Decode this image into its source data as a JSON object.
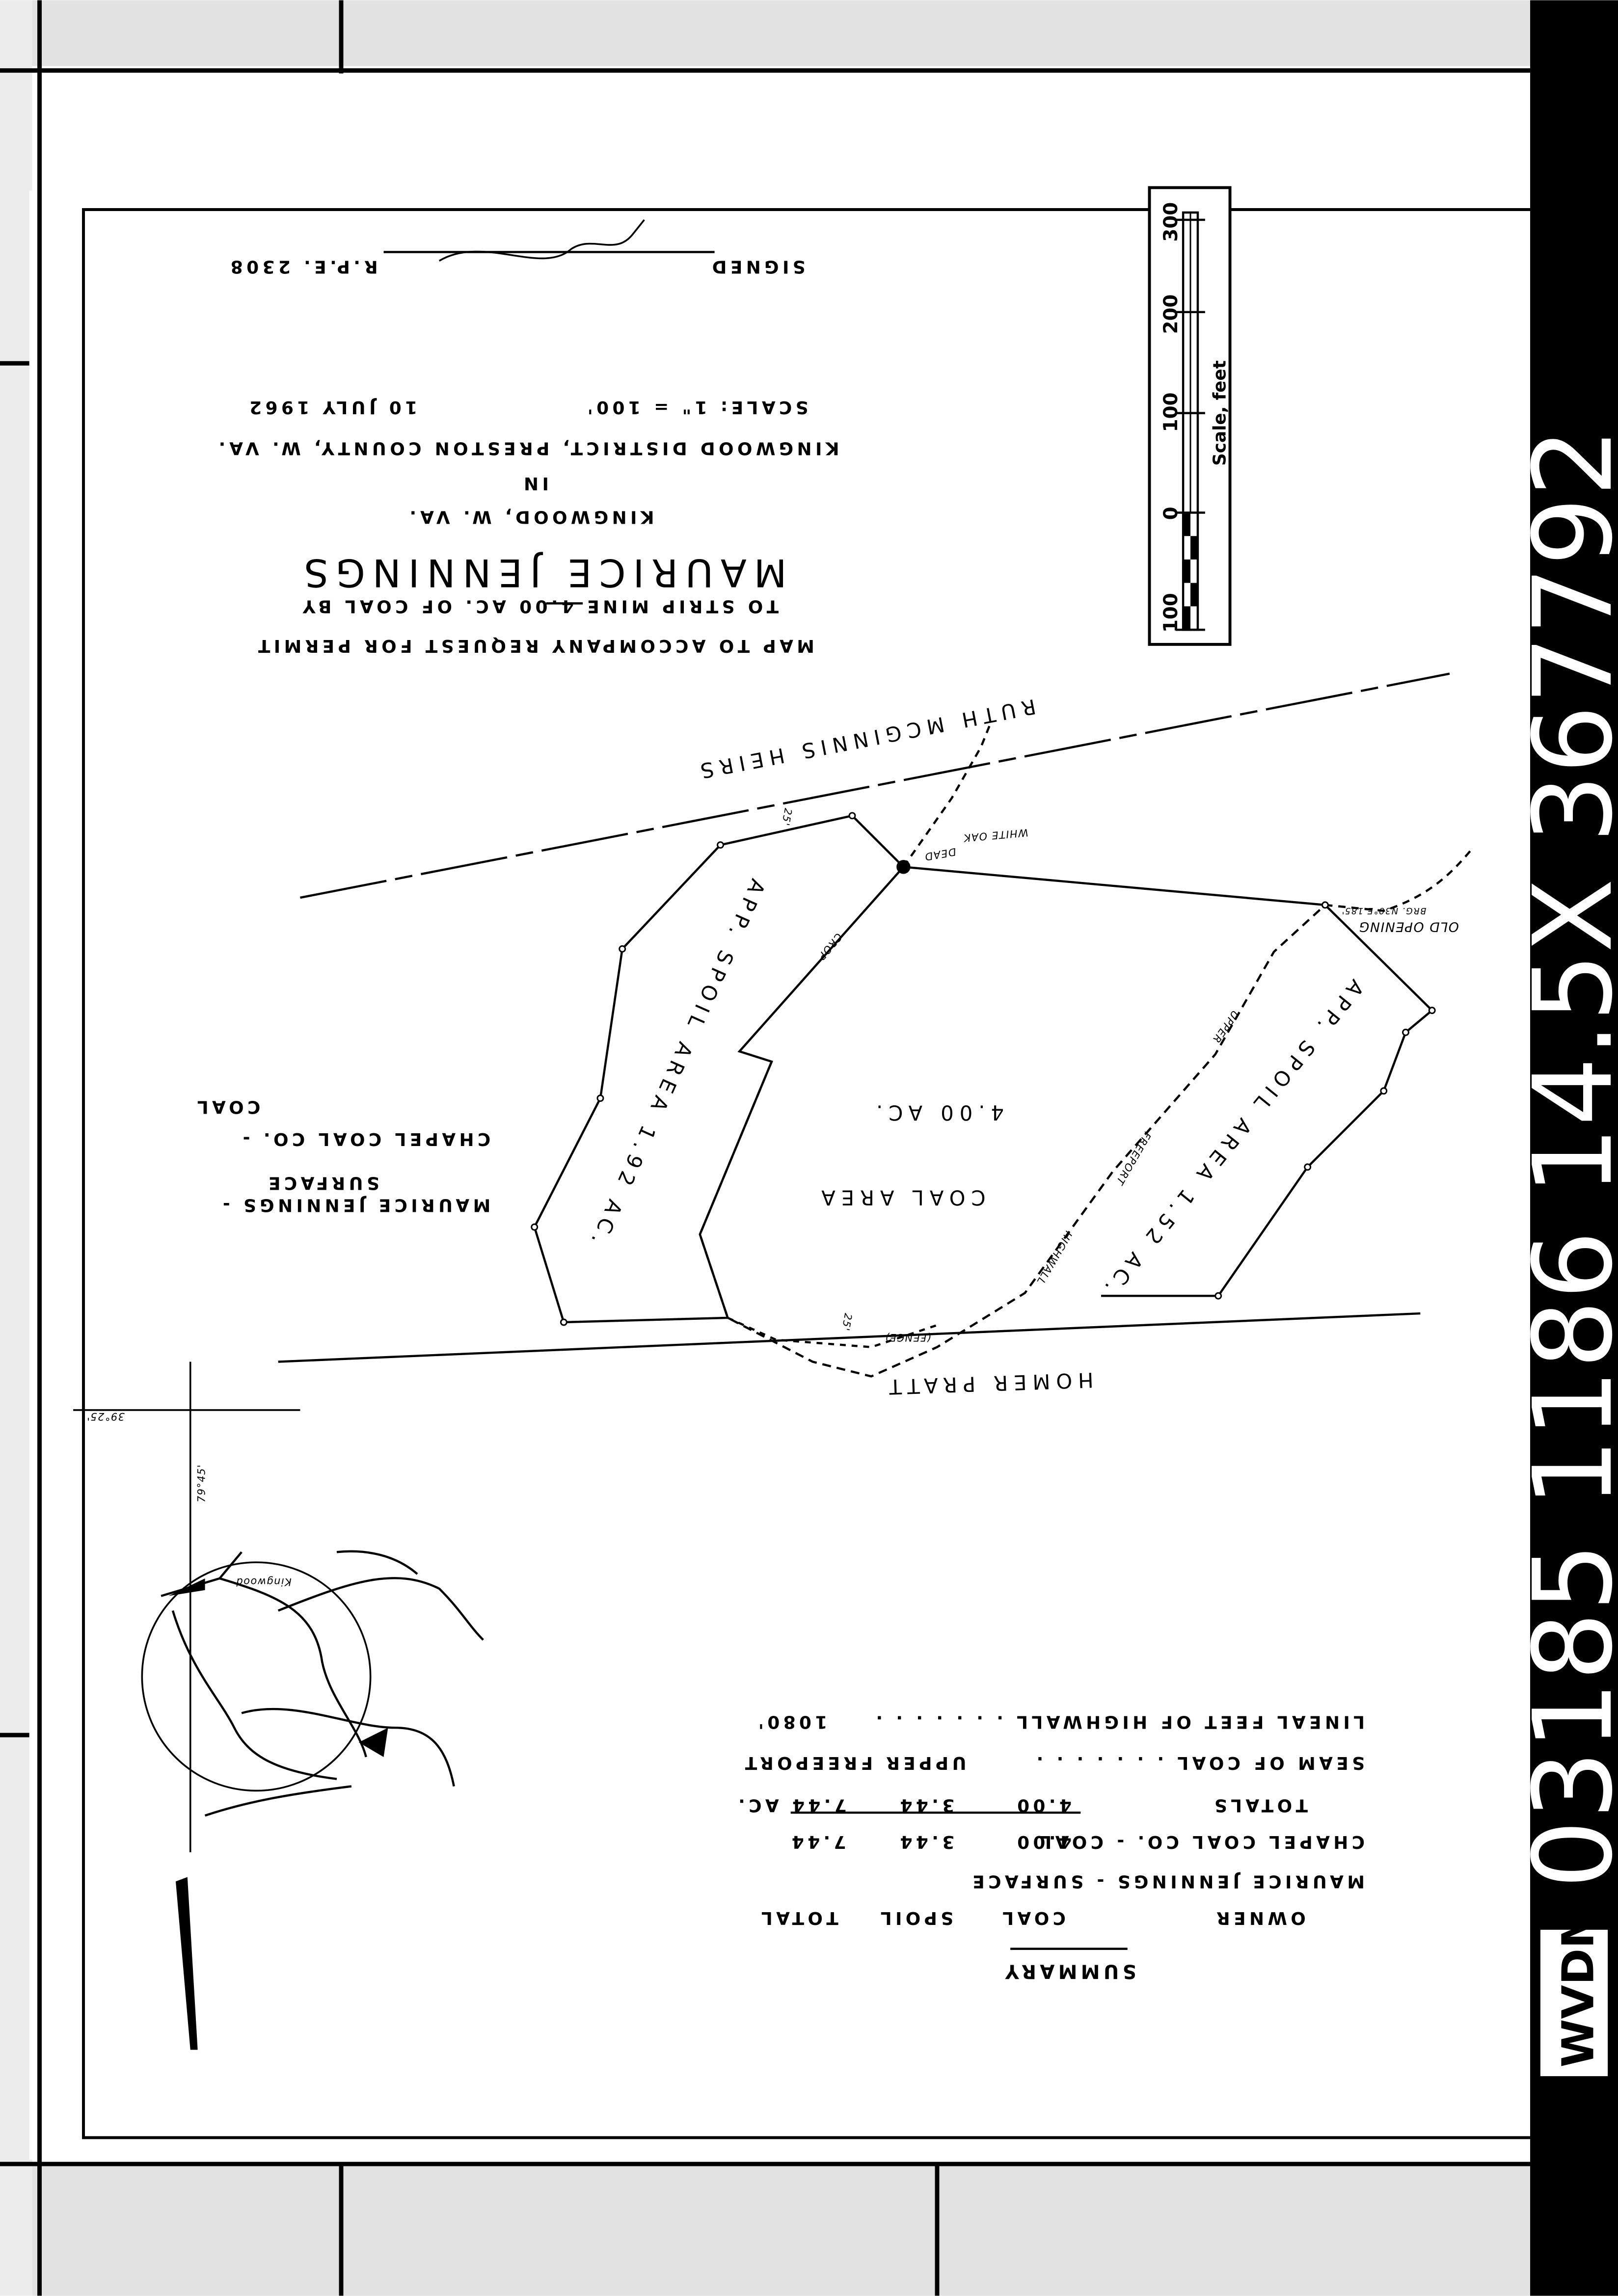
{
  "title_block": {
    "line1": "MAP TO ACCOMPANY REQUEST FOR PERMIT",
    "line2": "TO STRIP MINE 4.00 AC. OF COAL BY",
    "owner": "MAURICE JENNINGS",
    "town": "KINGWOOD, W. VA.",
    "in": "IN",
    "district": "KINGWOOD DISTRICT,   PRESTON COUNTY, W. VA.",
    "scale": "SCALE: 1\" = 100'",
    "date": "10 JULY 1962",
    "signed_label": "SIGNED",
    "rpe": "R.P.E. 2308"
  },
  "scale_bar": {
    "labels": [
      "300",
      "200",
      "100",
      "0",
      "100"
    ],
    "caption": "Scale, feet"
  },
  "map_labels": {
    "north_owner": "RUTH   MCGINNIS   HEIRS",
    "south_owner": "HOMER   PRATT",
    "left_spoil": "APP. SPOIL AREA  1.92  AC.",
    "right_spoil": "APP. SPOIL AREA 1.52 AC.",
    "coal_area": "COAL     AREA",
    "coal_acres": "4.00   AC.",
    "white_oak": "WHITE OAK",
    "dead": "DEAD",
    "crop": "CROP",
    "upper": "UPPER",
    "freeport": "FREEPORT",
    "highwall": "HIGHWALL",
    "fence": "(FENCE)",
    "offset_north": "25'",
    "offset_south": "25'",
    "old_opening": "OLD OPENING",
    "bearing": "BRG. N30°E 185'",
    "owner_lines": [
      "MAURICE JENNINGS  -",
      "SURFACE",
      "CHAPEL COAL CO.  -",
      "COAL"
    ]
  },
  "inset": {
    "lat": "39°25'",
    "lon": "79°45'",
    "town": "Kingwood"
  },
  "summary": {
    "title": "SUMMARY",
    "headers": [
      "OWNER",
      "COAL",
      "SPOIL",
      "TOTAL"
    ],
    "rows": [
      {
        "owner": "MAURICE JENNINGS - SURFACE"
      },
      {
        "owner": "CHAPEL COAL CO. - COAL",
        "coal": "4.00",
        "spoil": "3.44",
        "total": "7.44"
      }
    ],
    "totals": {
      "label": "TOTALS",
      "coal": "4.00",
      "spoil": "3.44",
      "total": "7.44 AC."
    },
    "seam": {
      "label": "SEAM OF COAL  .  .  .  .  .  .  .",
      "value": "UPPER FREEPORT"
    },
    "highwall": {
      "label": "LINEAL FEET OF HIGHWALL  .  .  .  .  .  .  .",
      "value": "1080'"
    }
  },
  "film_strip": {
    "number": "03185 1186 14.5X 367792",
    "tag": "WVDM"
  }
}
